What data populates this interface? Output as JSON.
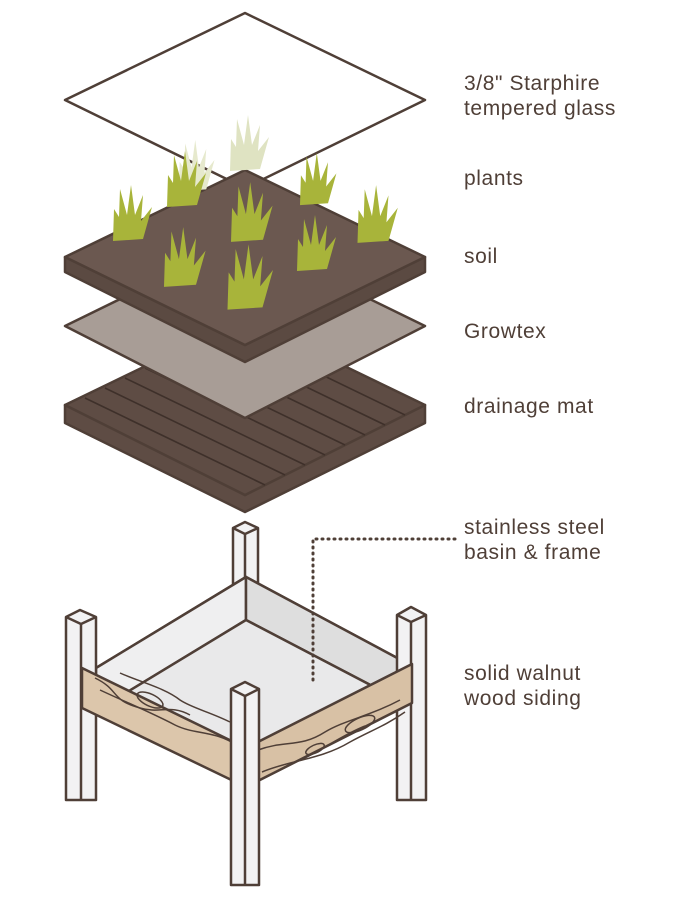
{
  "labels": {
    "glass": {
      "line1": "3/8\" Starphire",
      "line2": "tempered glass"
    },
    "plants": "plants",
    "soil": "soil",
    "growtex": "Growtex",
    "drainage": "drainage mat",
    "basin": {
      "line1": "stainless steel",
      "line2": "basin & frame"
    },
    "siding": {
      "line1": "solid walnut",
      "line2": "wood siding"
    }
  },
  "colors": {
    "outline": "#4f3f37",
    "soil": "#6b5850",
    "soil_side": "#5b4a42",
    "growtex": "#a89d96",
    "drainage": "#5e4c44",
    "leaf": "#a8b43a",
    "leaf_faded": "#dfe3c2",
    "basin": "#e6e6e8",
    "post": "#f2f2f3",
    "wood": "#dcc6ab"
  },
  "icons": [
    "plant-icon",
    "glass-pane",
    "soil-layer",
    "growtex-layer",
    "drainage-mat",
    "steel-basin",
    "walnut-siding",
    "frame-post"
  ]
}
